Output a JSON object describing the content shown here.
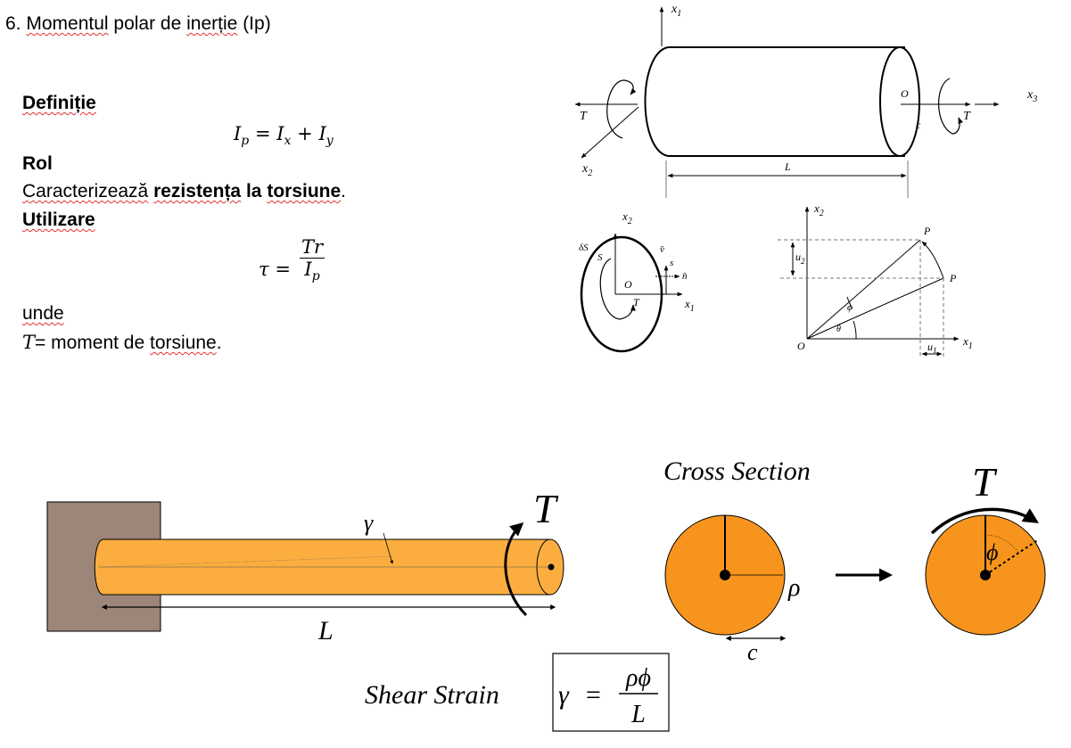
{
  "heading": {
    "number": "6.",
    "word1": "Momentul",
    "word2": "polar de",
    "word3": "inerție",
    "word4": "(Ip)"
  },
  "definition": {
    "label": "Definiție",
    "formula": {
      "lhs": "I",
      "lhs_sub": "p",
      "eq": "=",
      "a": "I",
      "a_sub": "x",
      "plus": "+",
      "b": "I",
      "b_sub": "y"
    }
  },
  "role": {
    "label": "Rol",
    "text_plain": "Caracterizează",
    "text_bold1": "rezistența",
    "text_bold2": "la",
    "text_bold3": "torsiune",
    "period": "."
  },
  "usage": {
    "label": "Utilizare",
    "formula": {
      "lhs": "τ",
      "eq": "=",
      "num": "Tr",
      "den": "I",
      "den_sub": "p"
    }
  },
  "where": {
    "label": "unde",
    "symbol": "T",
    "text": "= moment de",
    "word": "torsiune",
    "period": "."
  },
  "top_diagram": {
    "x1": "x",
    "x1_sub": "1",
    "x2": "x",
    "x2_sub": "2",
    "x3": "x",
    "x3_sub": "3",
    "T": "T",
    "O": "O",
    "c": "c",
    "L": "L"
  },
  "section_diagram": {
    "x2": "x",
    "x2_sub": "2",
    "x1": "x",
    "x1_sub": "1",
    "dS": "δS",
    "S": "S",
    "O": "O",
    "T": "T",
    "s": "s",
    "n": "n̂",
    "v": "v̂"
  },
  "rotation_diagram": {
    "x2": "x",
    "x2_sub": "2",
    "x1": "x",
    "x1_sub": "1",
    "P": "P",
    "Pp": "P",
    "u2": "u",
    "u2_sub": "2",
    "u1": "u",
    "u1_sub": "1",
    "phi": "ϕ",
    "theta": "θ",
    "O": "O"
  },
  "shaft_diagram": {
    "T": "T",
    "gamma": "γ",
    "L": "L",
    "colors": {
      "wall": "#9c8579",
      "shaft": "#fbae3f",
      "section": "#f7941d"
    }
  },
  "cross_section": {
    "title": "Cross Section",
    "rho": "ρ",
    "c": "c",
    "T": "T",
    "phi": "ϕ"
  },
  "shear_strain": {
    "label": "Shear Strain",
    "lhs": "γ",
    "eq": "=",
    "num": "ρϕ",
    "den": "L"
  }
}
